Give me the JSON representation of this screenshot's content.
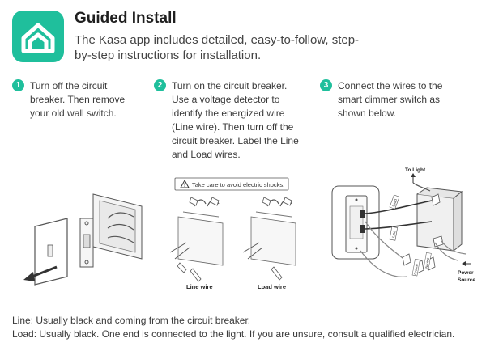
{
  "header": {
    "title": "Guided Install",
    "subtitle": "The Kasa app includes detailed, easy-to-follow, step-by-step instructions for installation.",
    "icon": "kasa-home-icon",
    "accent_color": "#1fbf9c"
  },
  "steps": [
    {
      "number": "1",
      "text": "Turn off the circuit breaker. Then remove your old wall switch."
    },
    {
      "number": "2",
      "text": "Turn on the circuit breaker. Use a voltage detector to identify the energized wire (Line wire). Then turn off the circuit breaker. Label the Line and Load wires."
    },
    {
      "number": "3",
      "text": "Connect the wires to the smart dimmer switch as shown below."
    }
  ],
  "figures": {
    "step2": {
      "warning": "Take care to avoid electric shocks.",
      "line_label": "Line wire",
      "load_label": "Load wire"
    },
    "step3": {
      "to_light": "To Light",
      "power_source": "Power Source",
      "power_line1": "Power",
      "power_line2": "Source",
      "tag_load": "Load",
      "tag_line": "Line",
      "tag_ground": "Ground",
      "tag_neutral": "Neutral"
    }
  },
  "footer": {
    "line_note": "Line: Usually black and coming from the circuit breaker.",
    "load_note": "Load: Usually black. One end is connected to the light. If you are unsure, consult a qualified electrician."
  }
}
